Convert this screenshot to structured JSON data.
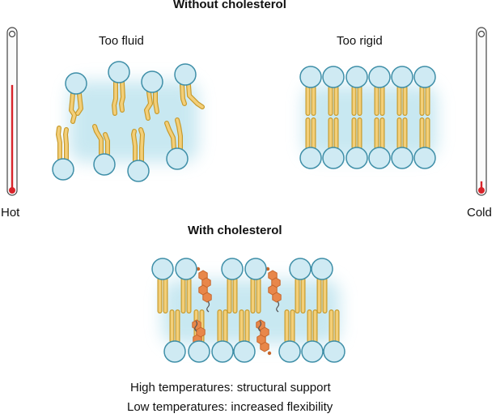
{
  "titles": {
    "without": "Without cholesterol",
    "with": "With cholesterol"
  },
  "panels": {
    "fluid": "Too fluid",
    "rigid": "Too rigid"
  },
  "thermometers": {
    "hot": "Hot",
    "cold": "Cold"
  },
  "captions": {
    "line1": "High temperatures: structural support",
    "line2": "Low temperatures: increased flexibility"
  },
  "colors": {
    "head_fill": "#cfeaf3",
    "head_stroke": "#3f8fa8",
    "tail_fill": "#f3cf79",
    "tail_stroke": "#c79a2c",
    "cholesterol": "#e8874a",
    "cholesterol_stroke": "#c7652a",
    "membrane_glow": "#bfe4ef",
    "mercury": "#d8232a"
  },
  "icons": {
    "hot": "thermometer-hot-icon",
    "cold": "thermometer-cold-icon"
  }
}
